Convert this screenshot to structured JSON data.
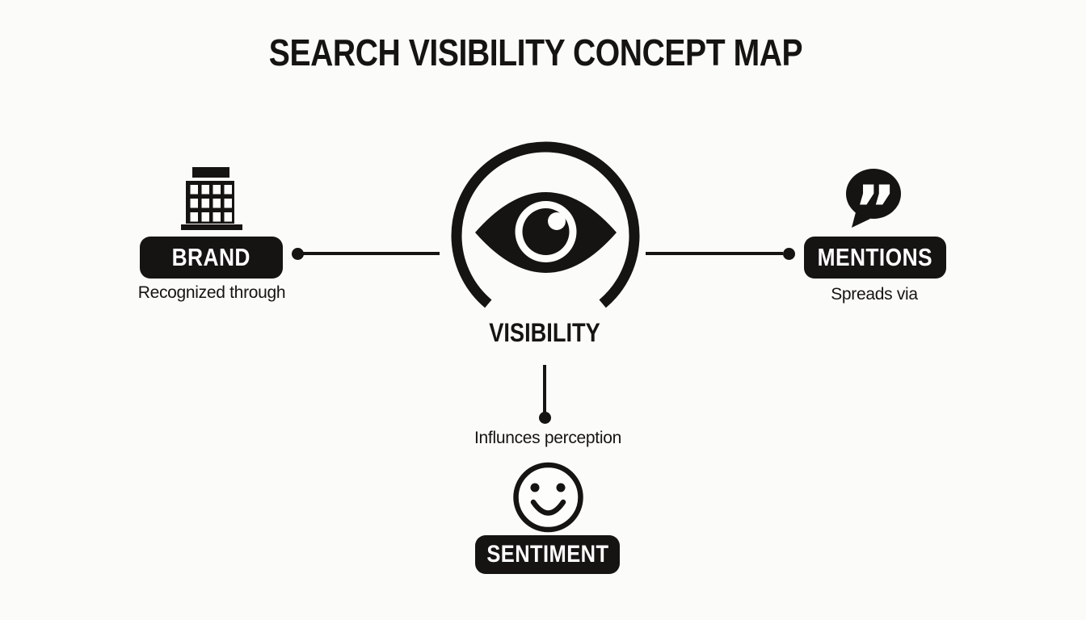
{
  "title": "SEARCH VISIBILITY CONCEPT MAP",
  "center_node": {
    "label": "VISIBILITY",
    "icon": "eye-in-circle-icon"
  },
  "nodes": {
    "brand": {
      "label": "BRAND",
      "sublabel": "Recognized through",
      "icon": "building-icon"
    },
    "mentions": {
      "label": "MENTIONS",
      "sublabel": "Spreads via",
      "icon": "quote-bubble-icon"
    },
    "sentiment": {
      "label": "SENTIMENT",
      "sublabel": "Influnces perception",
      "icon": "smiley-face-icon"
    }
  },
  "colors": {
    "ink": "#161412",
    "background": "#fbfbf9",
    "pill_text": "#ffffff"
  }
}
